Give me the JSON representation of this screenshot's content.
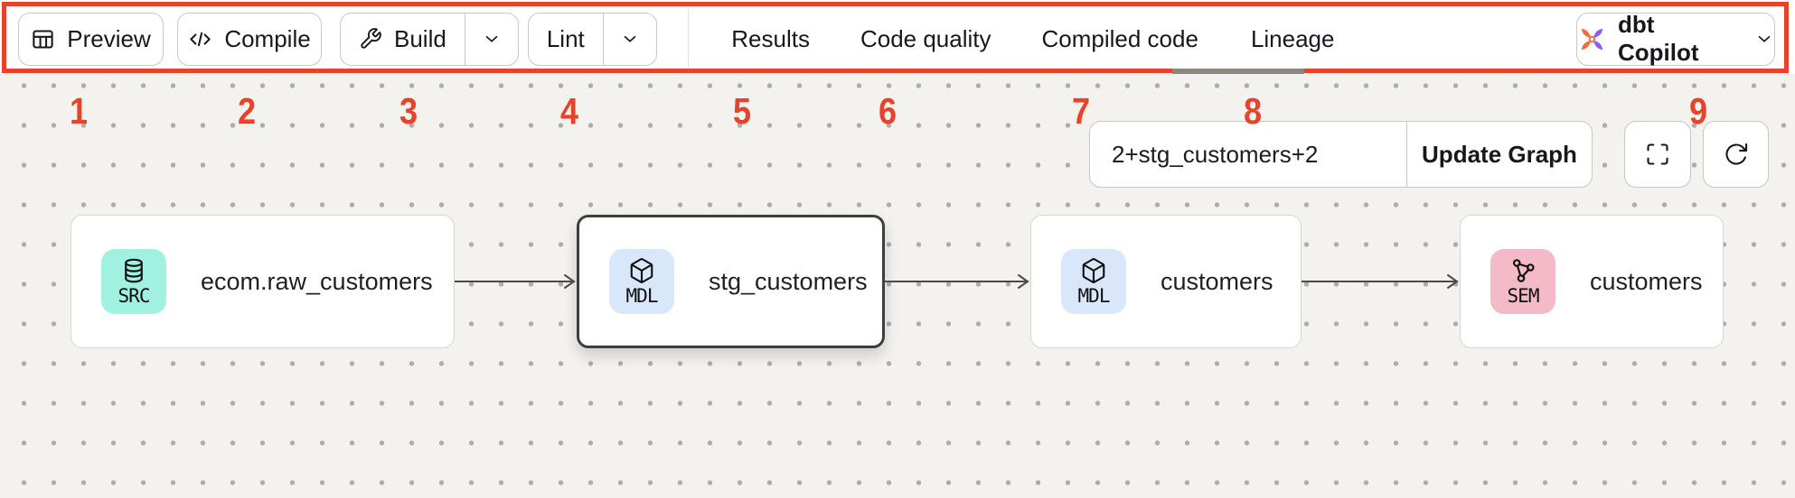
{
  "annotation": {
    "color": "#e8422b",
    "numbers": [
      "1",
      "2",
      "3",
      "4",
      "5",
      "6",
      "7",
      "8",
      "9"
    ]
  },
  "toolbar": {
    "preview": {
      "label": "Preview",
      "icon": "table-icon"
    },
    "compile": {
      "label": "Compile",
      "icon": "code-icon"
    },
    "build": {
      "label": "Build",
      "icon": "wrench-icon"
    },
    "lint": {
      "label": "Lint"
    },
    "tabs": [
      {
        "label": "Results",
        "active": false
      },
      {
        "label": "Code quality",
        "active": false
      },
      {
        "label": "Compiled code",
        "active": false
      },
      {
        "label": "Lineage",
        "active": true
      }
    ],
    "copilot": {
      "label": "dbt Copilot",
      "icon": "dbt-logo"
    }
  },
  "lineage": {
    "selector": {
      "value": "2+stg_customers+2",
      "update_label": "Update Graph"
    },
    "nodes": [
      {
        "type": "SRC",
        "icon": "database-icon",
        "label": "ecom.raw_customers",
        "badge_color": "#a0f1e0",
        "selected": false
      },
      {
        "type": "MDL",
        "icon": "cube-icon",
        "label": "stg_customers",
        "badge_color": "#d9e7fb",
        "selected": true
      },
      {
        "type": "MDL",
        "icon": "cube-icon",
        "label": "customers",
        "badge_color": "#d9e7fb",
        "selected": false
      },
      {
        "type": "SEM",
        "icon": "semantic-model-icon",
        "label": "customers",
        "badge_color": "#f5bac7",
        "selected": false
      }
    ]
  }
}
